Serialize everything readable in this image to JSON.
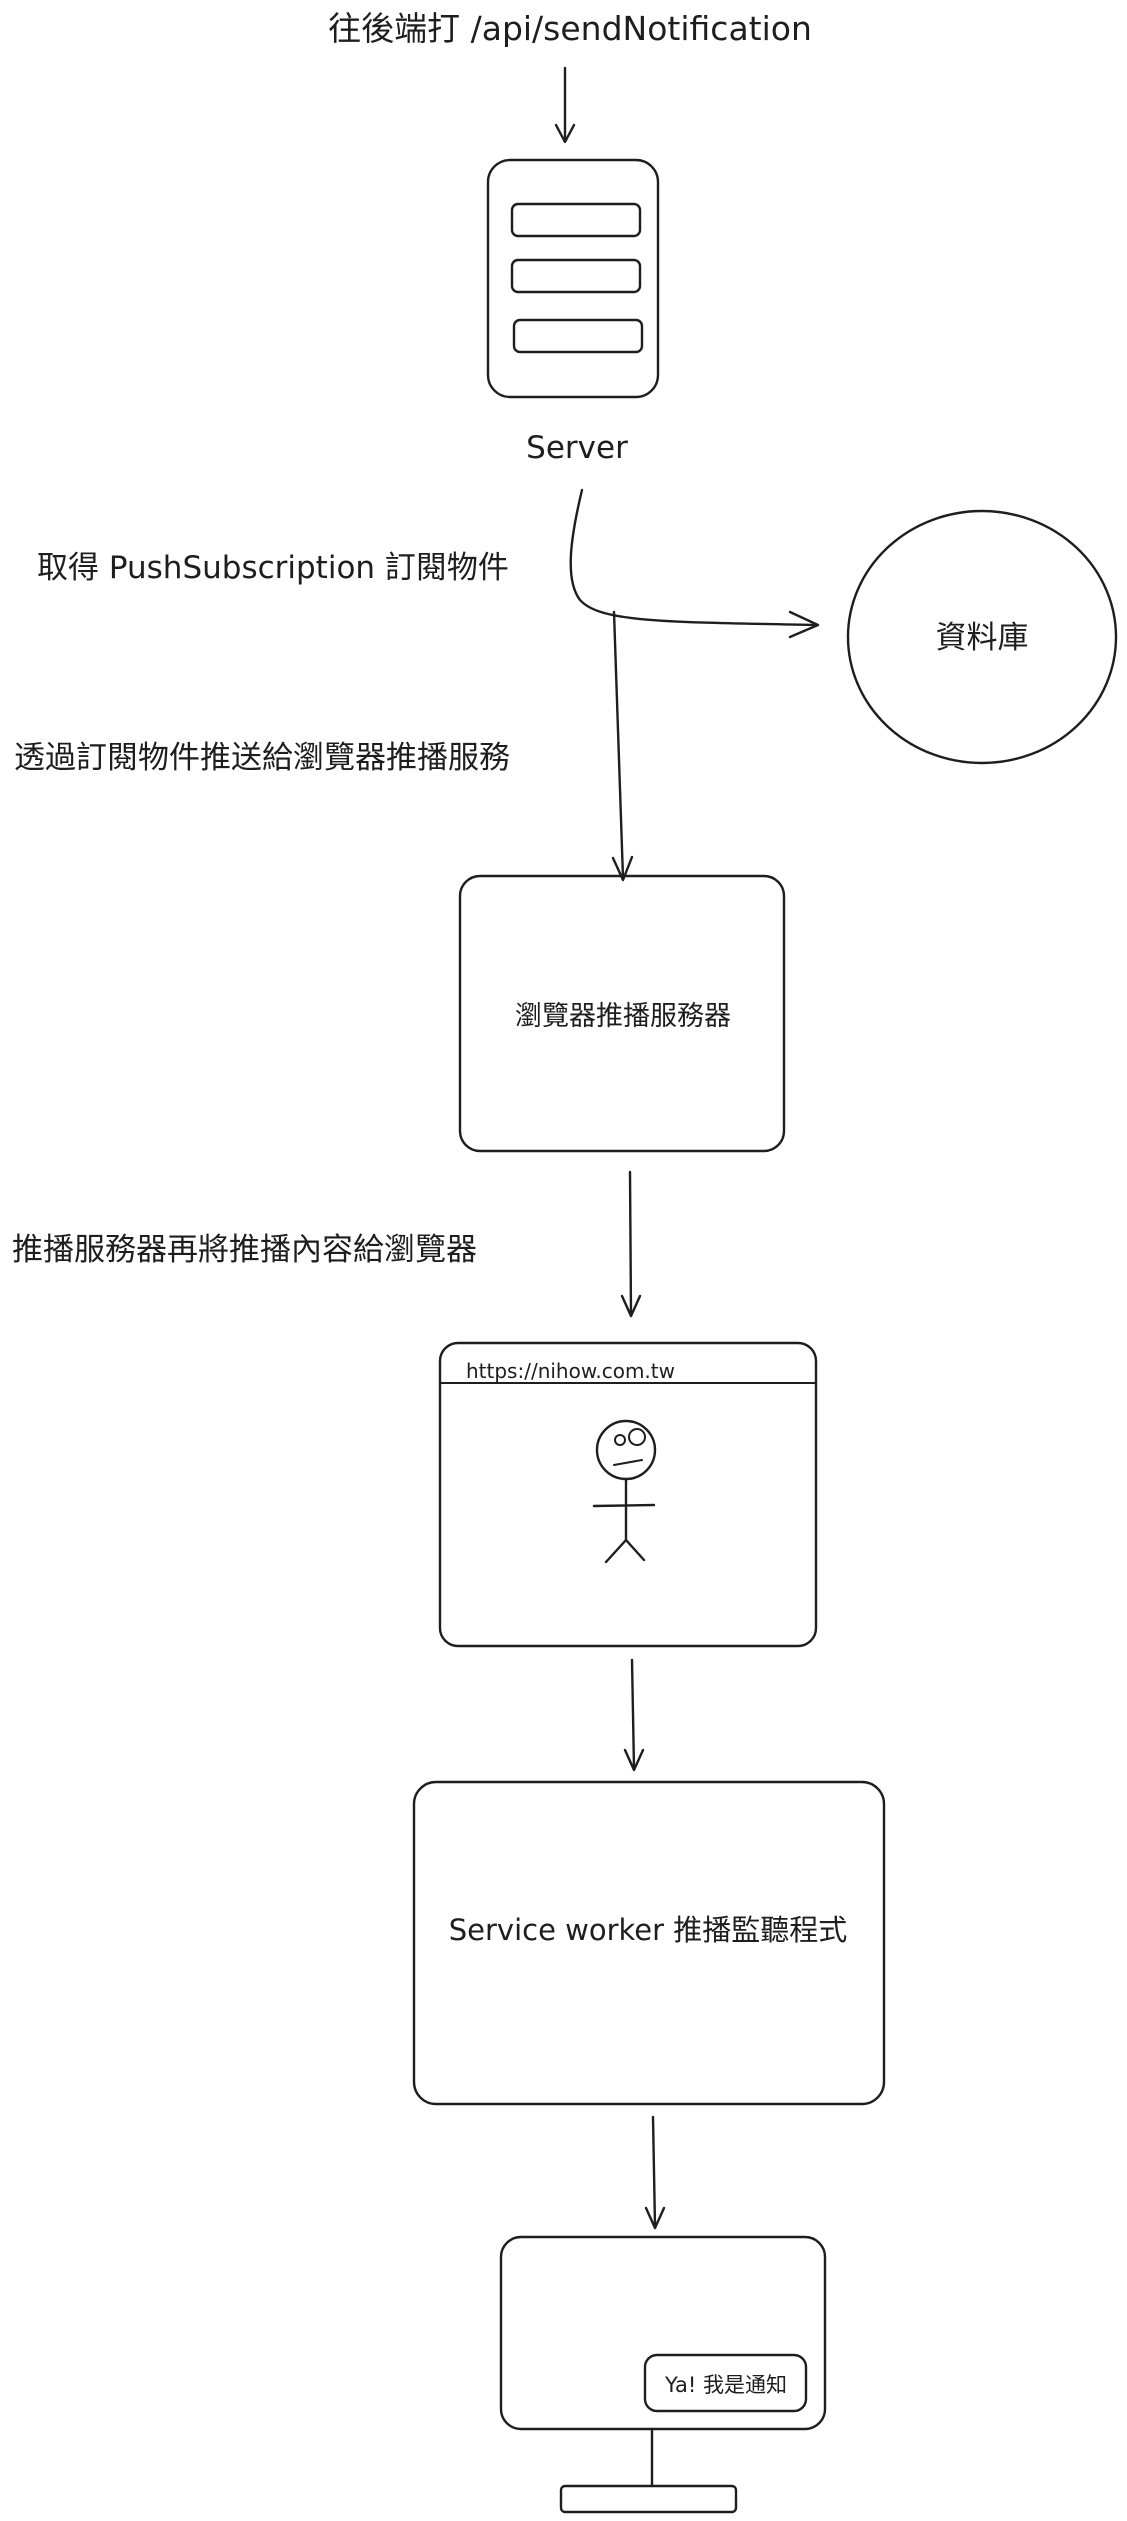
{
  "labels": {
    "api_call": "往後端打 /api/sendNotification",
    "server": "Server",
    "get_subscription": "取得 PushSubscription 訂閱物件",
    "push_via_subscription": "透過訂閱物件推送給瀏覽器推播服務",
    "database": "資料庫",
    "browser_push_server": "瀏覽器推播服務器",
    "push_server_to_browser": "推播服務器再將推播內容給瀏覽器",
    "browser_url": "https://nihow.com.tw",
    "service_worker": "Service worker 推播監聽程式",
    "notification": "Ya! 我是通知"
  },
  "icons": {
    "server": "server-icon",
    "stick_figure": "stick-figure-icon",
    "monitor": "monitor-icon"
  },
  "colors": {
    "stroke": "#1e1e1e",
    "background": "#ffffff"
  }
}
